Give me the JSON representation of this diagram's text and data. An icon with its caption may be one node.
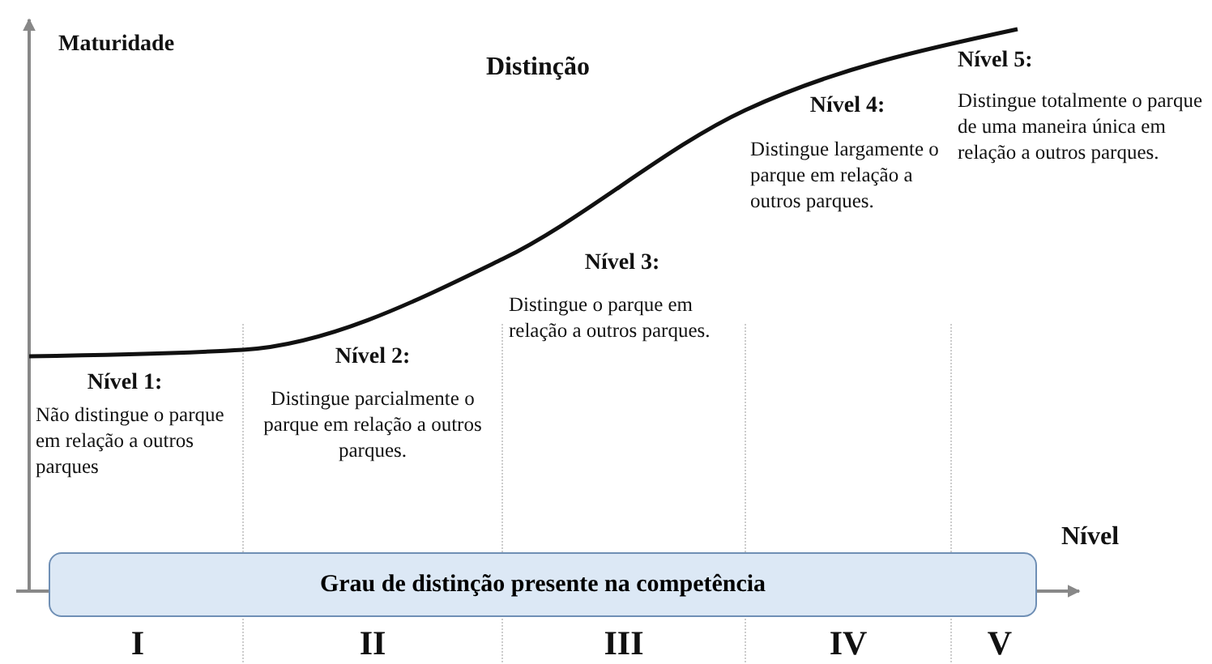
{
  "diagram": {
    "nodes": [
      {
        "text": [
          "Grau de distinção presente na competência"
        ]
      }
    ],
    "edges": [],
    "labels": [
      "Maturidade",
      "Distinção",
      "Nível 1:",
      "Não distingue o parque em relação a outros parques",
      "Nível 2:",
      "Distingue parcialmente o parque em relação a outros parques.",
      "Nível 3:",
      "Distingue o parque em relação a outros parques.",
      "Nível 4:",
      "Distingue largamente o parque em relação a outros parques.",
      "Nível 5:",
      "Distingue totalmente o parque de uma maneira única em relação a outros parques.",
      "Nível",
      "I",
      "II",
      "III",
      "IV",
      "V"
    ]
  }
}
